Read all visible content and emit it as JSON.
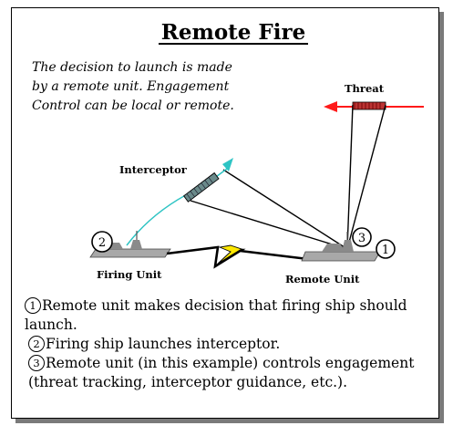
{
  "title": "Remote Fire",
  "intro_lines": [
    "The decision to launch is made",
    "by a remote unit.  Engagement",
    "Control can be local or remote."
  ],
  "labels": {
    "threat": "Threat",
    "interceptor": "Interceptor",
    "firing_unit": "Firing Unit",
    "remote_unit": "Remote Unit"
  },
  "markers": [
    "1",
    "2",
    "3"
  ],
  "notes": [
    {
      "marker": "1",
      "text": "Remote unit makes decision that firing ship should launch."
    },
    {
      "marker": "2",
      "text": "Firing ship launches interceptor."
    },
    {
      "marker": "3",
      "text": "Remote unit (in this example) controls engagement (threat tracking, interceptor guidance, etc.)."
    }
  ],
  "colors": {
    "threat_arrow": "#ff1a1a",
    "interceptor_path": "#2ec4c4",
    "lightning": "#ffe800",
    "ship": "#a8a8a8",
    "shadow": "#7a7a7a"
  }
}
